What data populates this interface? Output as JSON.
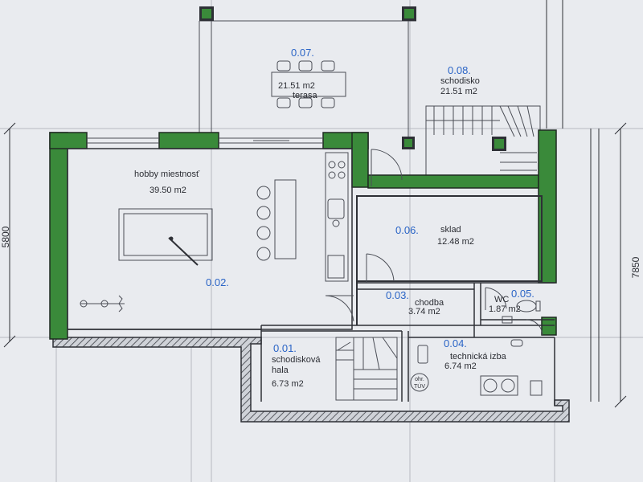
{
  "rooms": [
    {
      "id": "0.01.",
      "name_lines": [
        "schodisková",
        "hala"
      ],
      "area": "6.73 m2"
    },
    {
      "id": "0.02.",
      "name_lines": [
        "hobby miestnosť"
      ],
      "area": "39.50 m2"
    },
    {
      "id": "0.03.",
      "name_lines": [
        "chodba"
      ],
      "area": "3.74 m2"
    },
    {
      "id": "0.04.",
      "name_lines": [
        "technická izba"
      ],
      "area": "6.74 m2"
    },
    {
      "id": "0.05.",
      "name_lines": [
        "WC"
      ],
      "area": "1.87 m2"
    },
    {
      "id": "0.06.",
      "name_lines": [
        "sklad"
      ],
      "area": "12.48 m2"
    },
    {
      "id": "0.07.",
      "name_lines": [
        "terasa"
      ],
      "area": "21.51 m2"
    },
    {
      "id": "0.08.",
      "name_lines": [
        "schodisko"
      ],
      "area": "21.51 m2"
    }
  ],
  "dimensions": {
    "left": "5800",
    "right": "7850"
  },
  "equipment": {
    "boiler_label": [
      "ohr.",
      "TÚV"
    ]
  },
  "colors": {
    "wall": "#3a8a3a",
    "room_number": "#2a64c6",
    "ink": "#2e3036",
    "paper": "#e9ebef"
  }
}
